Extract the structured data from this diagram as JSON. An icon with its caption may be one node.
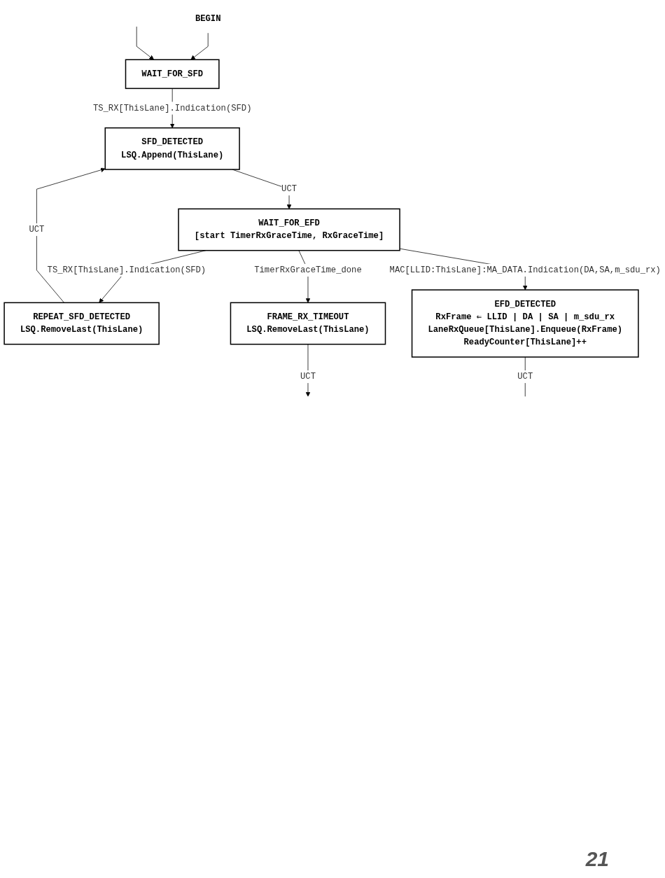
{
  "diagram": {
    "nodes": [
      {
        "text": [
          "BEGIN"
        ]
      },
      {
        "text": [
          "WAIT_FOR_SFD"
        ]
      },
      {
        "text": [
          "SFD_DETECTED",
          "LSQ.Append(ThisLane)"
        ]
      },
      {
        "text": [
          "WAIT_FOR_EFD",
          "[start TimerRxGraceTime, RxGraceTime]"
        ]
      },
      {
        "text": [
          "REPEAT_SFD_DETECTED",
          "LSQ.RemoveLast(ThisLane)"
        ]
      },
      {
        "text": [
          "FRAME_RX_TIMEOUT",
          "LSQ.RemoveLast(ThisLane)"
        ]
      },
      {
        "text": [
          "EFD_DETECTED",
          "RxFrame ⇐ LLID | DA | SA | m_sdu_rx",
          "LaneRxQueue[ThisLane].Enqueue(RxFrame)",
          "ReadyCounter[ThisLane]++"
        ]
      }
    ],
    "edges": [
      {
        "from": 0,
        "to": 1,
        "arrow": "to"
      },
      {
        "from": null,
        "to": 1,
        "arrow": "to"
      },
      {
        "from": 1,
        "to": 2,
        "label": "TS_RX[ThisLane].Indication(SFD)",
        "arrow": "to"
      },
      {
        "from": 2,
        "to": 3,
        "label": "UCT",
        "arrow": "to"
      },
      {
        "from": 3,
        "to": 4,
        "label": "TS_RX[ThisLane].Indication(SFD)",
        "arrow": "to"
      },
      {
        "from": 4,
        "to": 2,
        "label": "UCT",
        "arrow": "to"
      },
      {
        "from": 3,
        "to": 5,
        "label": "TimerRxGraceTime_done",
        "arrow": "to"
      },
      {
        "from": 5,
        "to": null,
        "label": "UCT",
        "arrow": "to"
      },
      {
        "from": 3,
        "to": 6,
        "label": "MAC[LLID:ThisLane]:MA_DATA.Indication(DA,SA,m_sdu_rx)",
        "arrow": "to"
      },
      {
        "from": 6,
        "to": null,
        "label": "UCT",
        "arrow": "none"
      }
    ],
    "labels": [
      "21"
    ]
  }
}
